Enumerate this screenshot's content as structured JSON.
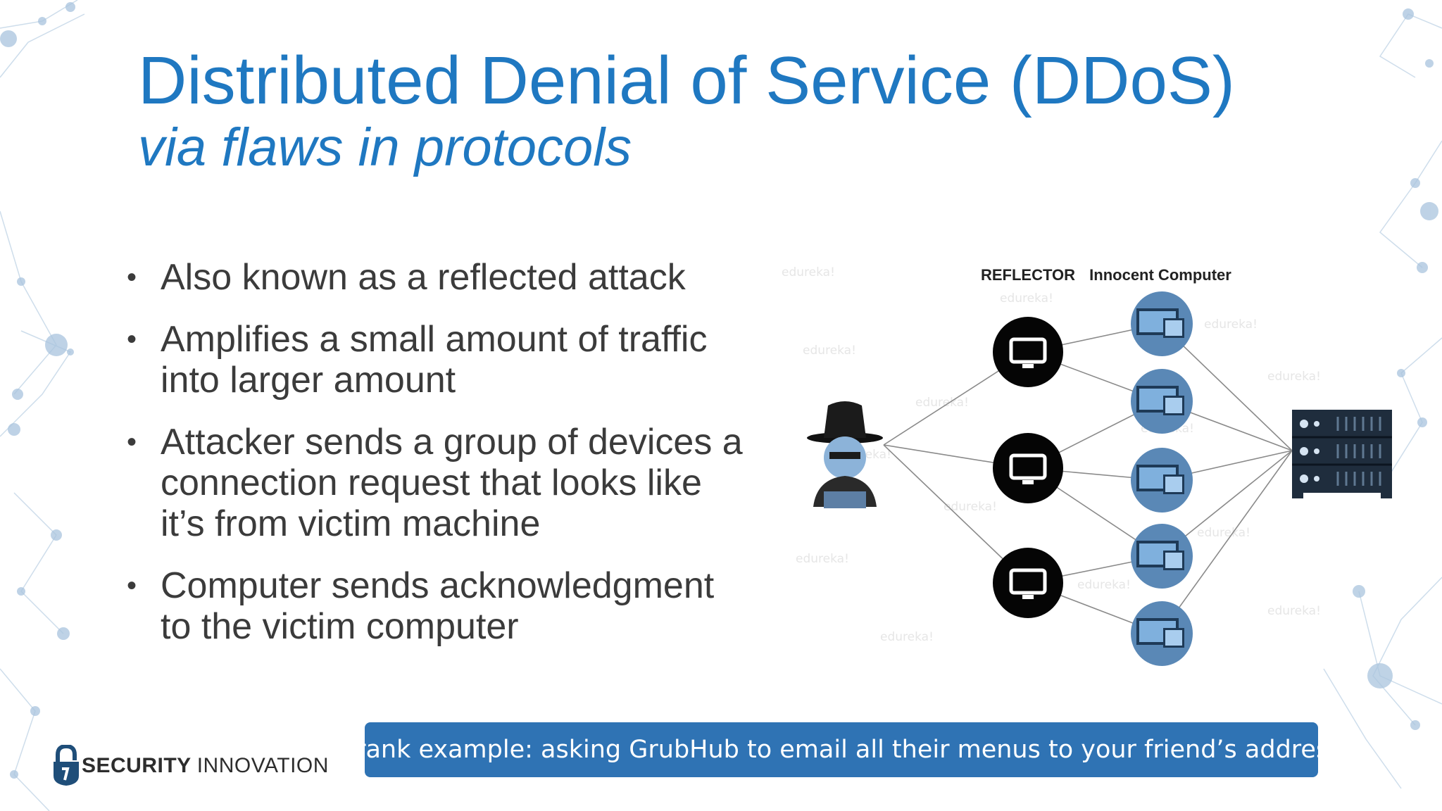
{
  "slide": {
    "title": "Distributed Denial of Service (DDoS)",
    "subtitle": "via flaws in protocols",
    "bullets": [
      "Also known as a reflected attack",
      "Amplifies a small amount of traffic into larger amount",
      "Attacker sends a group of devices a connection request that looks like it’s from victim machine",
      "Computer sends acknowledgment to the victim computer"
    ],
    "bullet_marker": "•",
    "footer_note": "Prank example: asking GrubHub to email all their menus to your friend’s address"
  },
  "diagram": {
    "column_labels": {
      "reflector": "REFLECTOR",
      "innocent": "Innocent Computer"
    },
    "watermark_word": "edureka!"
  },
  "logo": {
    "word1": "SECURITY",
    "word2": "INNOVATION"
  },
  "colors": {
    "accent": "#1f78c1",
    "footer_bg": "#2f73b4",
    "body_text": "#3b3b3b"
  }
}
